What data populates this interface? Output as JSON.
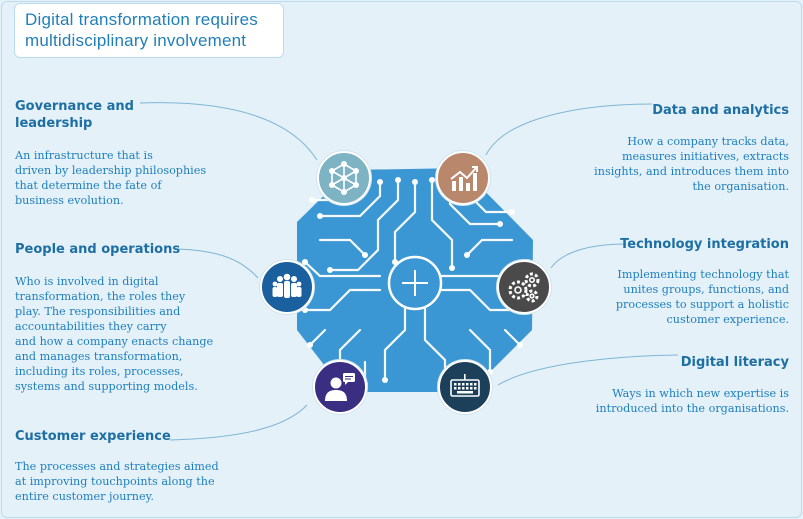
{
  "title": "Digital transformation requires\nmultidisciplinary involvement",
  "sections": {
    "governance": {
      "heading": "Governance and\nleadership",
      "description": "An infrastructure that is\ndriven by leadership philosophies\nthat determine the fate of\nbusiness evolution."
    },
    "people": {
      "heading": "People and operations",
      "description": "Who is involved in digital\ntransformation, the roles they\nplay. The responsibilities and\naccountabilities they carry\nand how a company enacts change\nand manages transformation,\nincluding its roles, processes,\nsystems and supporting models."
    },
    "customer": {
      "heading": "Customer experience",
      "description": "The processes and strategies aimed\nat improving touchpoints along the\nentire customer journey."
    },
    "data": {
      "heading": "Data and analytics",
      "description": "How a company tracks data,\nmeasures initiatives, extracts\ninsights, and introduces them into\nthe organisation."
    },
    "technology": {
      "heading": "Technology integration",
      "description": "Implementing technology that\nunites groups, functions, and\nprocesses to support a holistic\ncustomer experience."
    },
    "literacy": {
      "heading": "Digital literacy",
      "description": "Ways in which new expertise is\nintroduced into the organisations."
    }
  },
  "colors": {
    "background": "#e4f1f9",
    "heading": "#1d6fa3",
    "text": "#1e7fbd",
    "circuit_board": "#3b97d3",
    "circuit_trace": "#ffffff",
    "governance_icon": "#7eb3c4",
    "data_icon": "#b9876c",
    "technology_icon": "#4a4a4a",
    "people_icon": "#1a5f9e",
    "customer_icon": "#3a2e83",
    "literacy_icon": "#1c3f5a"
  },
  "icons": {
    "governance": "network-hexagon-icon",
    "data": "bar-chart-trend-icon",
    "technology": "gears-icon",
    "people": "team-people-icon",
    "customer": "support-agent-icon",
    "literacy": "keyboard-icon"
  }
}
